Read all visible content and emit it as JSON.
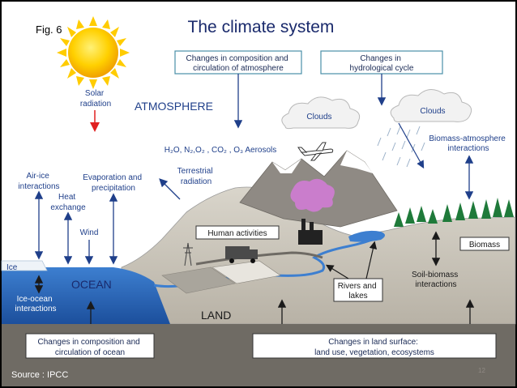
{
  "figure_label": "Fig. 6",
  "title": "The climate system",
  "source": "Source : IPCC",
  "slide_number": "12",
  "top_boxes": {
    "atmosphere_change": [
      "Changes in composition and",
      "circulation of atmosphere"
    ],
    "hydro_change": [
      "Changes in",
      "hydrological cycle"
    ]
  },
  "labels": {
    "solar_radiation": [
      "Solar",
      "radiation"
    ],
    "atmosphere": "ATMOSPHERE",
    "clouds_left": "Clouds",
    "clouds_right": "Clouds",
    "gases": "H₂O, N₂,O₂ , CO₂ , O₃ Aerosols",
    "biomass_atmosphere": [
      "Biomass-atmosphere",
      "interactions"
    ],
    "air_ice": [
      "Air-ice",
      "interactions"
    ],
    "heat_exchange": [
      "Heat",
      "exchange"
    ],
    "wind": "Wind",
    "evaporation": [
      "Evaporation and",
      "precipitation"
    ],
    "terrestrial": [
      "Terrestrial",
      "radiation"
    ],
    "human_activities": "Human activities",
    "biomass": "Biomass",
    "ice": "Ice",
    "ocean": "OCEAN",
    "ice_ocean": [
      "Ice-ocean",
      "interactions"
    ],
    "rivers_lakes": [
      "Rivers and",
      "lakes"
    ],
    "soil_biomass": [
      "Soil-biomass",
      "interactions"
    ],
    "land": "LAND"
  },
  "bottom_boxes": {
    "ocean_change": [
      "Changes in composition and",
      "circulation of ocean"
    ],
    "land_change": [
      "Changes in land surface:",
      "land use, vegetation, ecosystems"
    ]
  },
  "colors": {
    "sky": "#ffffff",
    "ocean": "#2f6fc0",
    "land": "#c8c4ba",
    "mountain": "#8f8a84",
    "text_blue": "#1f3f8a",
    "box_fill": "#ffffff",
    "frame": "#000000",
    "sun": "#ffcc00",
    "arrow_red": "#e02020"
  }
}
